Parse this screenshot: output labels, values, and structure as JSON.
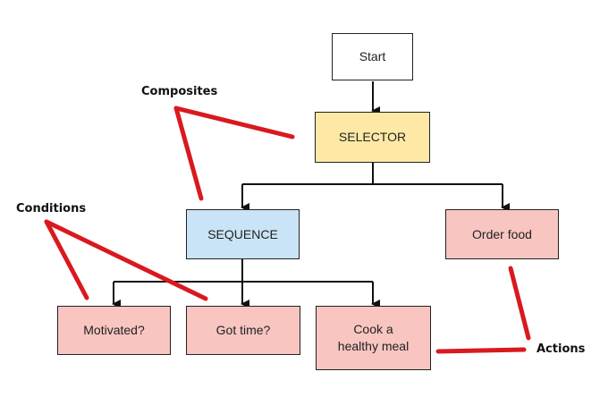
{
  "colors": {
    "start": "#ffffff",
    "composite_selector": "#fde9a5",
    "composite_sequence": "#c9e4f6",
    "leaf": "#f8c5c1",
    "connector": "#111111",
    "annotation_line": "#d9191f"
  },
  "nodes": {
    "start": "Start",
    "selector": "SELECTOR",
    "sequence": "SEQUENCE",
    "order_food": "Order food",
    "motivated": "Motivated?",
    "got_time": "Got time?",
    "cook_meal_line1": "Cook a",
    "cook_meal_line2": "healthy meal"
  },
  "annotations": {
    "composites": "Composites",
    "conditions": "Conditions",
    "actions": "Actions"
  }
}
